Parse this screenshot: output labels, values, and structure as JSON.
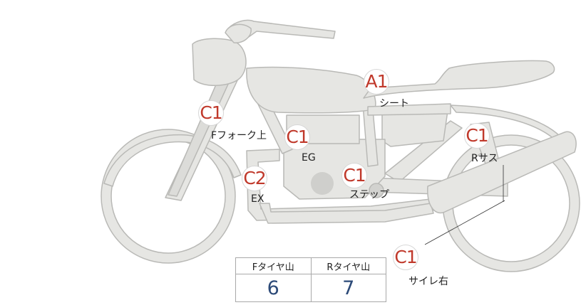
{
  "markers": [
    {
      "id": "seat",
      "grade": "A1",
      "label": "シート"
    },
    {
      "id": "front-fork-upper",
      "grade": "C1",
      "label": "Fフォーク上"
    },
    {
      "id": "engine",
      "grade": "C1",
      "label": "EG"
    },
    {
      "id": "rear-suspension",
      "grade": "C1",
      "label": "Rサス"
    },
    {
      "id": "exhaust",
      "grade": "C2",
      "label": "EX"
    },
    {
      "id": "step",
      "grade": "C1",
      "label": "ステップ"
    },
    {
      "id": "muffler-right",
      "grade": "C1",
      "label": "サイレ右"
    }
  ],
  "tire_table": {
    "front_header": "Fタイヤ山",
    "rear_header": "Rタイヤ山",
    "front_value": "6",
    "rear_value": "7"
  },
  "colors": {
    "body_fill": "#e6e6e3",
    "body_stroke": "#b9b9b6",
    "grade_text": "#c0392b",
    "value_text": "#2c4a78"
  }
}
